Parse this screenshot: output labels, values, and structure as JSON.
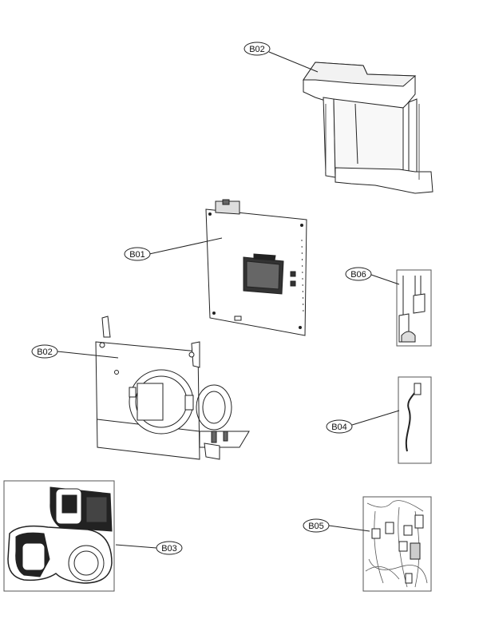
{
  "labels": {
    "b02_top": "B02",
    "b01": "B01",
    "b06": "B06",
    "b02_left": "B02",
    "b04": "B04",
    "b03": "B03",
    "b05": "B05"
  }
}
